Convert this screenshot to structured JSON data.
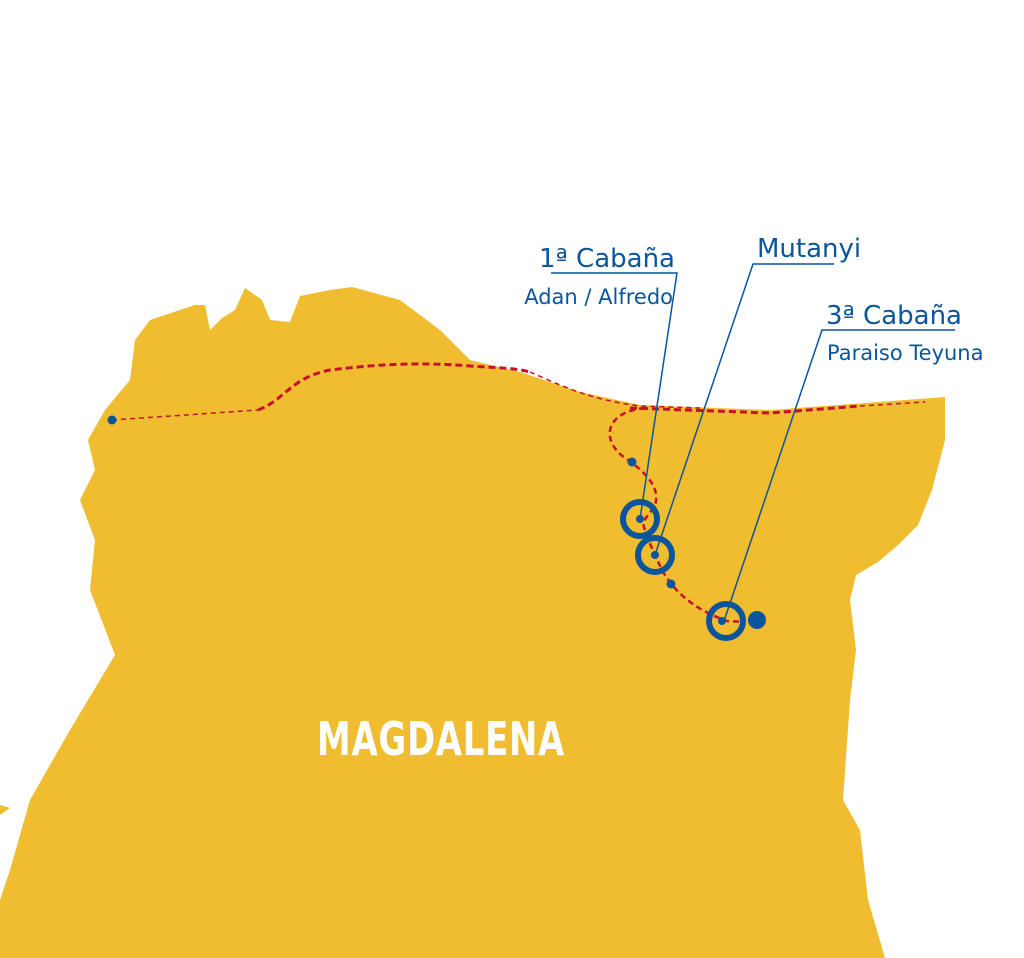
{
  "colors": {
    "land": "#f0bc30",
    "route": "#c8102e",
    "marker": "#0a559b",
    "region_text": "#ffffff"
  },
  "region_label": "MAGDALENA",
  "stops": [
    {
      "title": "1ª Cabaña",
      "subtitle": "Adan / Alfredo"
    },
    {
      "title": "Mutanyi"
    },
    {
      "title": "3ª Cabaña",
      "subtitle": "Paraiso Teyuna"
    }
  ]
}
